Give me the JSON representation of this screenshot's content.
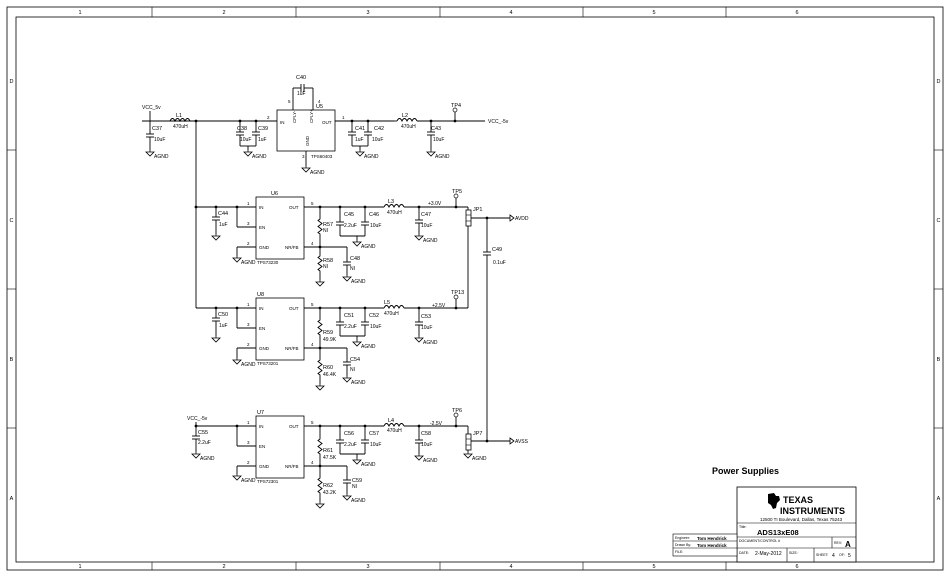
{
  "zones": {
    "cols": [
      "1",
      "2",
      "3",
      "4",
      "5",
      "6"
    ],
    "rows": [
      "D",
      "C",
      "B",
      "A"
    ]
  },
  "title_block": {
    "section_title": "Power Supplies",
    "company_line1": "TEXAS",
    "company_line2": "INSTRUMENTS",
    "address": "12500 TI Boulevard,  Dallas, Texas 75243",
    "title_label": "Title:",
    "title": "ADS13xE08",
    "doc_label": "DOCUMENT/CONTROL #",
    "rev_label": "REV:",
    "rev": "A",
    "engineer_label": "Engineer:",
    "engineer": "Tom Hendrick",
    "drawn_label": "Drawn By:",
    "drawn": "Tom Hendrick",
    "file_label": "FILE:",
    "date_label": "DATE:",
    "date": "2-May-2012",
    "size_label": "SIZE:",
    "sheet_label": "SHEET:",
    "sheet": "4",
    "of_label": "OF:",
    "of": "5"
  },
  "schematic": {
    "gnd": "AGND",
    "top": {
      "vin": "VCC_5v",
      "l1": "L1",
      "l1_val": "470uH",
      "c37": "C37",
      "c37_val": "10uF",
      "c38": "C38",
      "c38_val": "10uF",
      "c39": "C39",
      "c39_val": "1uF",
      "c40": "C40",
      "c40_val": "1uF",
      "u5": "U5",
      "u5_part": "TPS60403",
      "pin_in": "IN",
      "pin_out": "OUT",
      "pin_cfly_neg": "CFLY-",
      "pin_cfly_pos": "CFLY+",
      "pin_gnd": "GND",
      "n2": "2",
      "n1": "1",
      "n5": "5",
      "n4": "4",
      "n3": "3",
      "c41": "C41",
      "c41_val": "1uF",
      "c42": "C42",
      "c42_val": "10uF",
      "l2": "L2",
      "l2_val": "470uH",
      "tp4": "TP4",
      "c43": "C43",
      "c43_val": "10uF",
      "vout": "VCC_-5v"
    },
    "u6": {
      "ref": "U6",
      "part": "TPS73230",
      "in": "IN",
      "en": "EN",
      "gnd": "GND",
      "out": "OUT",
      "nrfb": "NR/FB",
      "p1": "1",
      "p3": "3",
      "p2": "2",
      "p5": "5",
      "p4": "4",
      "c44": "C44",
      "c44_val": "1uF",
      "r57": "R57",
      "r57_val": "NI",
      "r58": "R58",
      "r58_val": "NI",
      "c45": "C45",
      "c45_val": "2.2uF",
      "c46": "C46",
      "c46_val": "10uF",
      "c48": "C48",
      "c48_val": "NI",
      "l3": "L3",
      "l3_val": "470uH",
      "rail": "+3.0V",
      "tp5": "TP5",
      "c47": "C47",
      "c47_val": "10uF",
      "jp1": "JP1",
      "avdd": "AVDD",
      "c49": "C49",
      "c49_val": "0.1uF"
    },
    "u8": {
      "ref": "U8",
      "part": "TPS73201",
      "in": "IN",
      "en": "EN",
      "gnd": "GND",
      "out": "OUT",
      "nrfb": "NR/FB",
      "p1": "1",
      "p3": "3",
      "p2": "2",
      "p5": "5",
      "p4": "4",
      "c50": "C50",
      "c50_val": "1uF",
      "r59": "R59",
      "r59_val": "49.9K",
      "r60": "R60",
      "r60_val": "46.4K",
      "c51": "C51",
      "c51_val": "2.2uF",
      "c52": "C52",
      "c52_val": "10uF",
      "c54": "C54",
      "c54_val": "NI",
      "l5": "L5",
      "l5_val": "470uH",
      "rail": "+2.5V",
      "tp13": "TP13",
      "c53": "C53",
      "c53_val": "10uF"
    },
    "u7": {
      "ref": "U7",
      "part": "TPS72301",
      "vin": "VCC_-5v",
      "in": "IN",
      "en": "EN",
      "gnd": "GND",
      "out": "OUT",
      "nrfb": "NR/FB",
      "p1": "1",
      "p3": "3",
      "p2": "2",
      "p5": "5",
      "p4": "4",
      "c55": "C55",
      "c55_val": "2.2uF",
      "r61": "R61",
      "r61_val": "47.5K",
      "r62": "R62",
      "r62_val": "43.2K",
      "c56": "C56",
      "c56_val": "2.2uF",
      "c57": "C57",
      "c57_val": "10uF",
      "c59": "C59",
      "c59_val": "NI",
      "l4": "L4",
      "l4_val": "470uH",
      "rail": "-2.5V",
      "tp6": "TP6",
      "c58": "C58",
      "c58_val": "10uF",
      "jp7": "JP7",
      "avss": "AVSS"
    }
  }
}
